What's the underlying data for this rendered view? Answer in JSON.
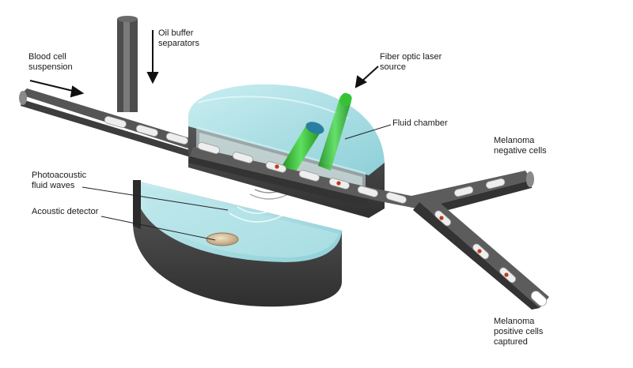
{
  "labels": {
    "blood_cell": "Blood cell\nsuspension",
    "oil_buffer": "Oil buffer\nseparators",
    "fiber_optic": "Fiber optic laser\nsource",
    "fluid_chamber": "Fluid chamber",
    "melanoma_negative": "Melanoma\nnegative cells",
    "photoacoustic": "Photoacoustic\nfluid waves",
    "acoustic_detector": "Acoustic detector",
    "melanoma_positive": "Melanoma\npositive cells\ncaptured"
  },
  "colors": {
    "tube_dark": "#4a4a4a",
    "tube_light": "#cfcfcf",
    "fluid": "#a9dde3",
    "laser_green": "#2db52d",
    "cell_red": "#c0391b"
  }
}
